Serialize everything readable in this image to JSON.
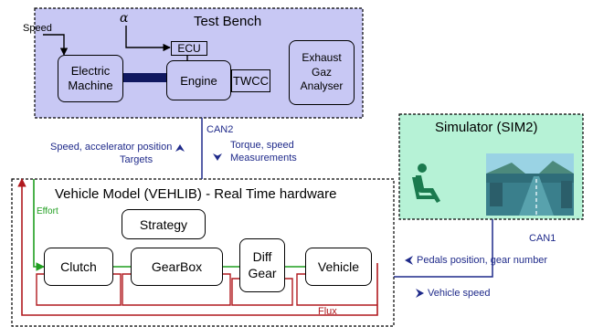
{
  "test_bench": {
    "title": "Test Bench",
    "speed_label": "Speed",
    "alpha_label": "α",
    "ecu_label": "ECU",
    "electric_machine_label": "Electric Machine",
    "engine_label": "Engine",
    "twcc_label": "TWCC",
    "exhaust_label": "Exhaust Gaz Analyser"
  },
  "can2": {
    "label": "CAN2",
    "up_text_1": "Speed, accelerator position",
    "up_text_2": "Targets",
    "down_text_1": "Torque, speed",
    "down_text_2": "Measurements"
  },
  "simulator": {
    "title": "Simulator (SIM2)"
  },
  "vehicle_model": {
    "title": "Vehicle Model (VEHLIB) - Real Time hardware",
    "effort_label": "Effort",
    "flux_label": "Flux",
    "strategy_label": "Strategy",
    "clutch_label": "Clutch",
    "gearbox_label": "GearBox",
    "diff_gear_label": "Diff Gear",
    "vehicle_label": "Vehicle"
  },
  "can1": {
    "label": "CAN1",
    "pedals_text": "Pedals position, gear number",
    "speed_text": "Vehicle speed"
  },
  "colors": {
    "bench_fill": "#c8c8f4",
    "simulator_fill": "#b6f2d6",
    "signal_blue": "#1f2a8a",
    "effort_green": "#1f9e1f",
    "flux_red": "#b0191e"
  }
}
